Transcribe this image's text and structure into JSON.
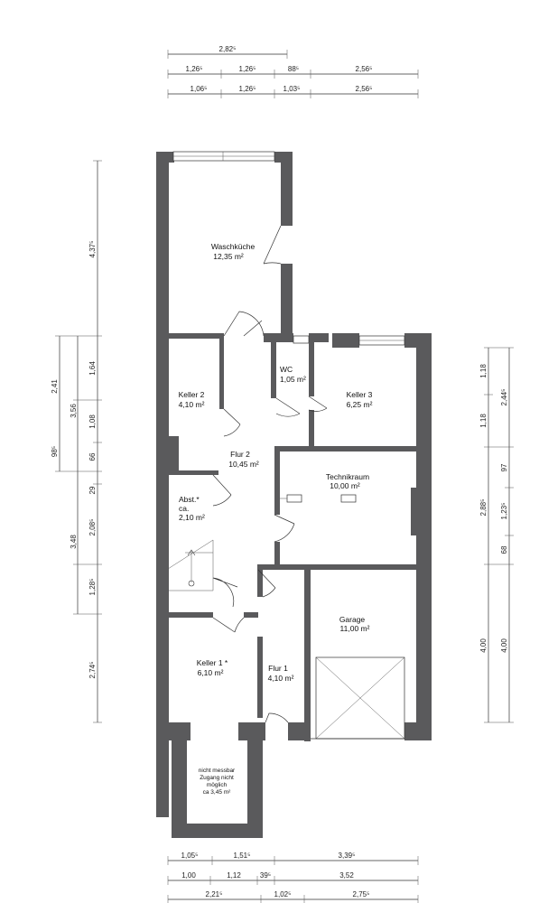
{
  "top_dims": {
    "row1": [
      "2,82⁵"
    ],
    "row2": [
      "1,26⁵",
      "1,26⁵",
      "88⁵",
      "2,56⁵"
    ],
    "row3": [
      "1,06⁵",
      "1,26⁵",
      "1,03⁵",
      "2,56⁵"
    ]
  },
  "bottom_dims": {
    "row1": [
      "1,05⁵",
      "1,51⁵",
      "3,39⁵"
    ],
    "row2": [
      "1,00",
      "1,12",
      "39⁵",
      "3,52"
    ],
    "row3": [
      "2,21⁵",
      "1,02⁵",
      "2,75⁵"
    ]
  },
  "left_dims": {
    "outer": [
      "98⁵"
    ],
    "col1": [
      "2,41",
      "3,48"
    ],
    "col2": [
      "3,56",
      "2,08⁵",
      "1,28⁵"
    ],
    "col3": [
      "4,37⁵",
      "1,64",
      "1,08",
      "66",
      "29",
      "2,74⁵"
    ]
  },
  "right_dims": {
    "col1": [
      "1,18",
      "1,18",
      "2,88⁵",
      "4,00"
    ],
    "col2": [
      "2,44⁵",
      "97",
      "1,23⁵",
      "68",
      "4,00"
    ]
  },
  "rooms": {
    "waschkueche": {
      "name": "Waschküche",
      "area": "12,35 m²"
    },
    "wc": {
      "name": "WC",
      "area": "1,05 m²"
    },
    "keller2": {
      "name": "Keller 2",
      "area": "4,10 m²"
    },
    "keller3": {
      "name": "Keller 3",
      "area": "6,25 m²"
    },
    "flur2": {
      "name": "Flur 2",
      "area": "10,45 m²"
    },
    "technikraum": {
      "name": "Technikraum",
      "area": "10,00 m²"
    },
    "abst": {
      "name": "Abst.*",
      "line2": "ca.",
      "area": "2,10 m²"
    },
    "garage": {
      "name": "Garage",
      "area": "11,00 m²"
    },
    "keller1": {
      "name": "Keller 1 *",
      "area": "6,10 m²"
    },
    "flur1": {
      "name": "Flur 1",
      "area": "4,10 m²"
    },
    "access": {
      "line1": "nicht messbar",
      "line2": "Zugang nicht",
      "line3": "möglich",
      "line4": "ca 3,45 m²"
    }
  },
  "colors": {
    "wall": "#5a5a5c",
    "line": "#333333",
    "background": "#ffffff"
  }
}
